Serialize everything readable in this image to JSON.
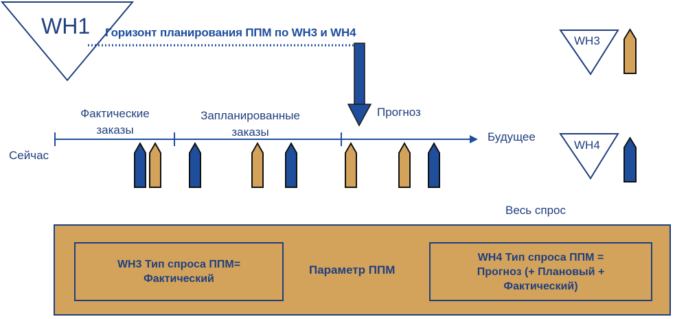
{
  "wh1": {
    "label": "WH1"
  },
  "horizon": {
    "label": "Горизонт планирования ППМ по WH3 и WH4"
  },
  "timeline": {
    "now": "Сейчас",
    "future": "Будущее",
    "segments": [
      {
        "line1": "Фактические",
        "line2": "заказы"
      },
      {
        "line1": "Запланированные",
        "line2": "заказы"
      },
      {
        "line1": "Прогноз",
        "line2": ""
      }
    ]
  },
  "legend": {
    "wh3": "WH3",
    "wh4": "WH4",
    "all_demand": "Весь спрос"
  },
  "param_box": {
    "center": "Параметр ППМ",
    "wh3": {
      "line1": "WH3 Тип спроса ППМ=",
      "line2": "Фактический"
    },
    "wh4": {
      "line1": "WH4  Тип спроса ППМ =",
      "line2": "Прогноз (+ Плановый +",
      "line3": "Фактический)"
    }
  },
  "colors": {
    "blue": "#1f3f7f",
    "dark_blue": "#1f4e9c",
    "gold": "#d4a35b",
    "line": "#1f4e9c"
  },
  "icons": [
    "wh1-triangle-icon",
    "wh3-triangle-icon",
    "wh4-triangle-icon",
    "down-arrow-icon",
    "timeline-arrow-icon",
    "demand-marker-icon"
  ]
}
